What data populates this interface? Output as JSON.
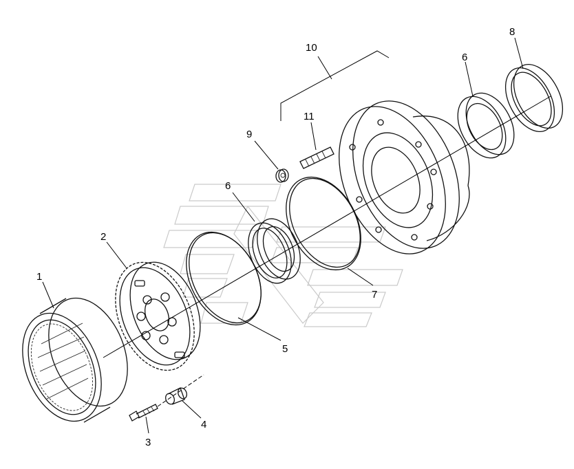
{
  "diagram": {
    "callouts": [
      {
        "id": "1",
        "part": "ring-gear"
      },
      {
        "id": "2",
        "part": "planet-carrier-gear"
      },
      {
        "id": "3",
        "part": "bolt"
      },
      {
        "id": "4",
        "part": "bushing"
      },
      {
        "id": "5",
        "part": "snap-ring"
      },
      {
        "id": "6",
        "part": "bearing-inner"
      },
      {
        "id": "6",
        "part": "bearing-outer"
      },
      {
        "id": "7",
        "part": "o-ring"
      },
      {
        "id": "8",
        "part": "seal-ring"
      },
      {
        "id": "9",
        "part": "nut"
      },
      {
        "id": "10",
        "part": "wheel-hub-assembly"
      },
      {
        "id": "11",
        "part": "stud"
      }
    ]
  }
}
